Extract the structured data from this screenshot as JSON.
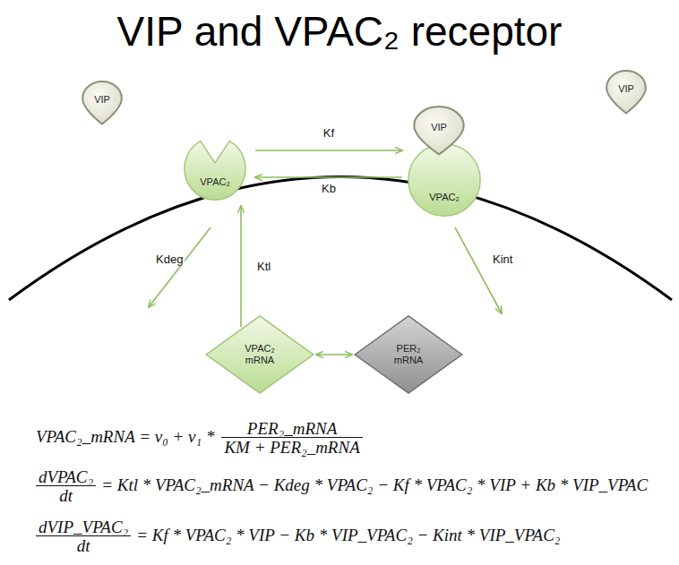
{
  "diagram": {
    "title": "VIP and VPAC₂ receptor",
    "nodes": [
      {
        "text": [
          "VIP"
        ]
      },
      {
        "text": [
          "VIP"
        ]
      },
      {
        "text": [
          "VPAC₂"
        ]
      },
      {
        "text": [
          "VIP"
        ]
      },
      {
        "text": [
          "VPAC₂"
        ]
      },
      {
        "text": [
          "VPAC₂ mRNA"
        ]
      },
      {
        "text": [
          "PER₂ mRNA"
        ]
      }
    ],
    "edges": [
      {
        "from": 2,
        "to": 4,
        "label": "Kf",
        "arrow": "to"
      },
      {
        "from": 4,
        "to": 2,
        "label": "Kb",
        "arrow": "to"
      },
      {
        "from": 5,
        "to": 2,
        "label": "Ktl",
        "arrow": "to"
      },
      {
        "from": 5,
        "to": 6,
        "arrow": "both"
      }
    ],
    "labels": [
      "Kdeg",
      "Kint",
      "VPAC₂_mRNA = v₀ + v₁ *",
      "PER₂_mRNA",
      "KM + PER₂_mRNA",
      "dVPAC₂",
      "dt",
      "= Ktl * VPAC₂_mRNA − Kdeg * VPAC₂ − Kf * VPAC₂ * VIP + Kb * VIP_VPAC",
      "dVIP_VPAC₂",
      "dt",
      "= Kf * VPAC₂ * VIP − Kb * VIP_VPAC₂ − Kint * VIP_VPAC₂"
    ]
  }
}
